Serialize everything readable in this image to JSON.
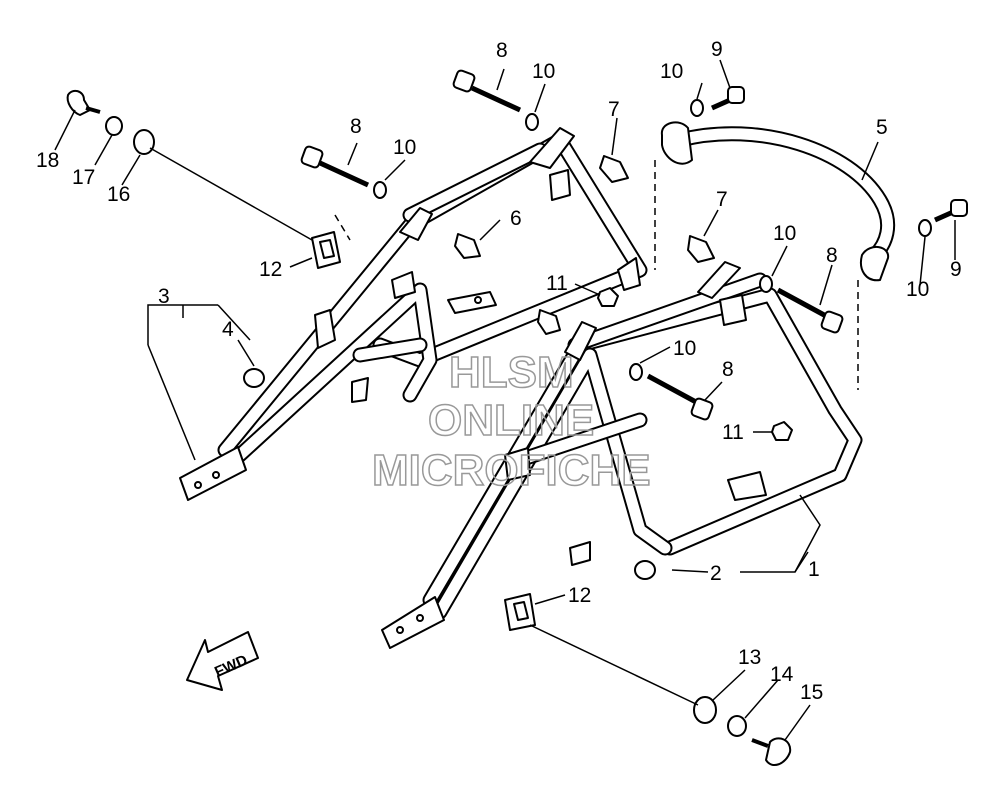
{
  "callouts": {
    "c1": "1",
    "c2": "2",
    "c3": "3",
    "c4": "4",
    "c5": "5",
    "c6": "6",
    "c7a": "7",
    "c7b": "7",
    "c8a": "8",
    "c8b": "8",
    "c8c": "8",
    "c8d": "8",
    "c9a": "9",
    "c9b": "9",
    "c10a": "10",
    "c10b": "10",
    "c10c": "10",
    "c10d": "10",
    "c10e": "10",
    "c10f": "10",
    "c11a": "11",
    "c11b": "11",
    "c12a": "12",
    "c12b": "12",
    "c13": "13",
    "c14": "14",
    "c15": "15",
    "c16": "16",
    "c17": "17",
    "c18": "18"
  },
  "fwd_label": "FWD",
  "watermark": {
    "line1": "HLSM",
    "line2": "ONLINE",
    "line3": "MICROFICHE"
  }
}
